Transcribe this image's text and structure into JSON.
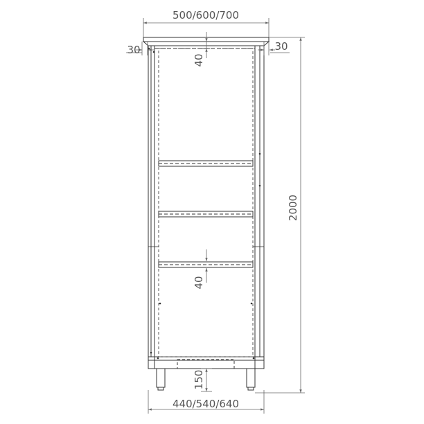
{
  "dimensions": {
    "top_width": "500/600/700",
    "bottom_width": "440/540/640",
    "height": "2000",
    "left_offset": "30",
    "right_offset": "30",
    "top_gap": "40",
    "shelf_gap": "40",
    "leg_height": "150"
  },
  "colors": {
    "line": "#333333",
    "dim_line": "#666666",
    "text": "#555555"
  }
}
